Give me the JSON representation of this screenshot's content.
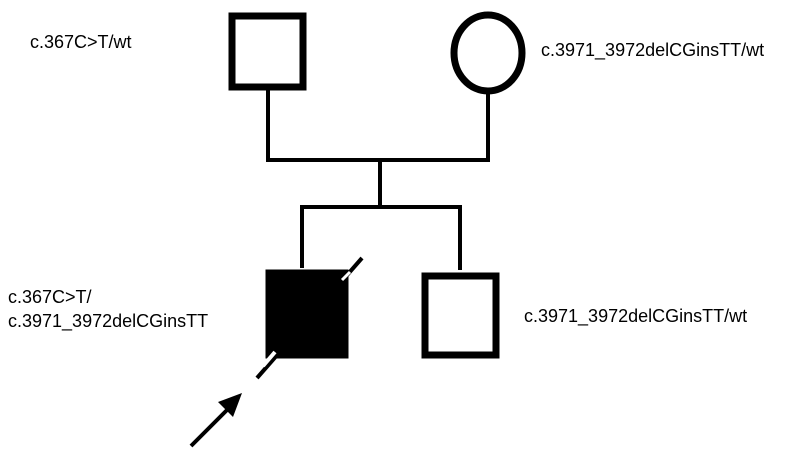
{
  "labels": {
    "father": "c.367C>T/wt",
    "mother": "c.3971_3972delCGinsTT/wt",
    "proband_line1": "c.367C>T/",
    "proband_line2": "c.3971_3972delCGinsTT",
    "sibling": "c.3971_3972delCGinsTT/wt"
  },
  "individuals": [
    {
      "role": "father",
      "sex": "male",
      "affected": false,
      "deceased": false
    },
    {
      "role": "mother",
      "sex": "female",
      "affected": false,
      "deceased": false
    },
    {
      "role": "proband",
      "sex": "male",
      "affected": true,
      "deceased": true,
      "proband_arrow": true
    },
    {
      "role": "sibling",
      "sex": "male",
      "affected": false,
      "deceased": false
    }
  ],
  "colors": {
    "stroke": "#000000",
    "affected_fill": "#000000",
    "unaffected_fill": "#ffffff",
    "background": "#ffffff"
  }
}
